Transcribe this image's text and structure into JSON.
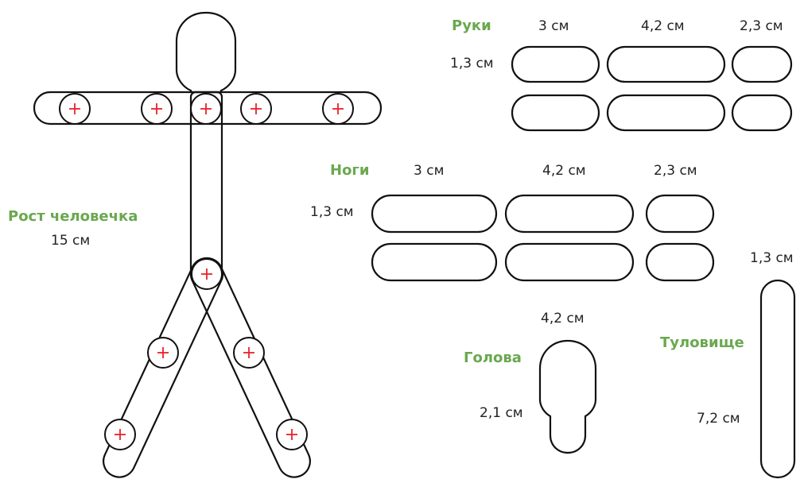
{
  "colors": {
    "title": "#6aa84f",
    "plus": "#e8232a",
    "outline": "#111111"
  },
  "figure": {
    "height_title": "Рост человечка",
    "height_value": "15 см"
  },
  "arms": {
    "title": "Руки",
    "widths": [
      "3 см",
      "4,2 см",
      "2,3 см"
    ],
    "height": "1,3 см"
  },
  "legs": {
    "title": "Ноги",
    "widths": [
      "3 см",
      "4,2 см",
      "2,3 см"
    ],
    "height": "1,3 см"
  },
  "head": {
    "title": "Голова",
    "height": "4,2 см",
    "width": "2,1 см"
  },
  "torso": {
    "title": "Туловище",
    "width": "1,3 см",
    "height": "7,2 см"
  }
}
